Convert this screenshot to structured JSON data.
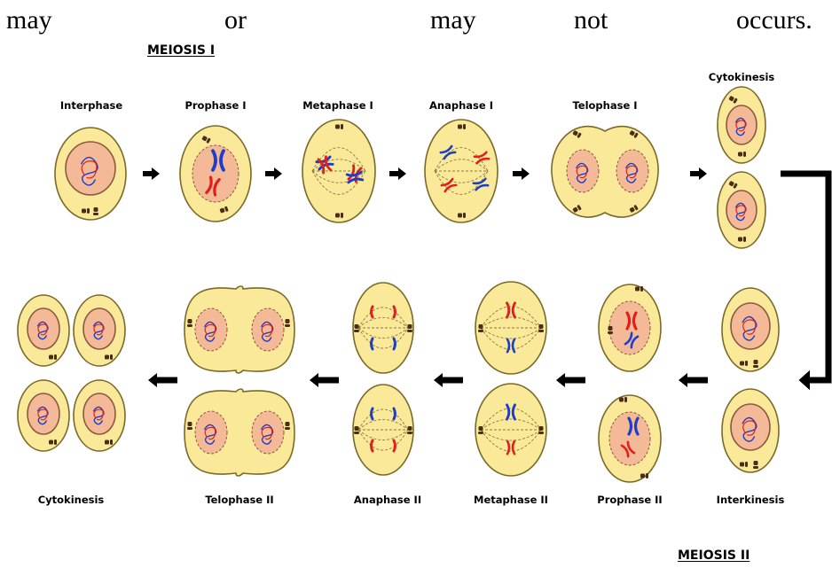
{
  "caption": {
    "words": [
      "may",
      "or",
      "may",
      "not",
      "occurs."
    ]
  },
  "sections": {
    "meiosis1": "MEIOSIS I",
    "meiosis2": "MEIOSIS II"
  },
  "stages": {
    "row1": [
      "Interphase",
      "Prophase I",
      "Metaphase I",
      "Anaphase I",
      "Telophase I"
    ],
    "cytokinesis1": "Cytokinesis",
    "row2": [
      "Cytokinesis",
      "Telophase II",
      "Anaphase II",
      "Metaphase II",
      "Prophase II",
      "Interkinesis"
    ]
  },
  "colors": {
    "cytoplasm": "#fbe99a",
    "membrane": "#7a6a28",
    "nucleus": "#f4b996",
    "chromosome_maternal": "#e0201c",
    "chromosome_paternal": "#1e3ec8",
    "centriole": "#4a2e14",
    "arrow": "#000000"
  }
}
